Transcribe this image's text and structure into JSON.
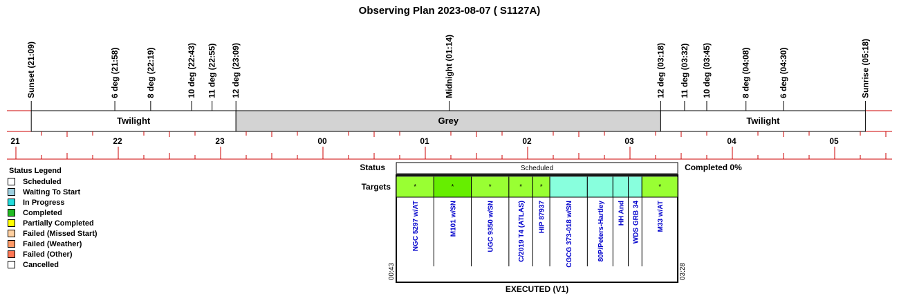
{
  "title": "Observing Plan 2023-08-07 ( S1127A)",
  "chart_data": {
    "type": "timeline",
    "title": "Observing Plan 2023-08-07 ( S1127A)",
    "x_axis": {
      "unit": "hour",
      "tick_labels": [
        "21",
        "22",
        "23",
        "00",
        "01",
        "02",
        "03",
        "04",
        "05"
      ],
      "range": [
        "20:53",
        "05:37"
      ]
    },
    "events": [
      {
        "label": "Sunset (21:09)",
        "time": "21:09"
      },
      {
        "label": "6 deg (21:58)",
        "time": "21:58"
      },
      {
        "label": "8 deg (22:19)",
        "time": "22:19"
      },
      {
        "label": "10 deg (22:43)",
        "time": "22:43"
      },
      {
        "label": "11 deg (22:55)",
        "time": "22:55"
      },
      {
        "label": "12 deg (23:09)",
        "time": "23:09"
      },
      {
        "label": "Midnight (01:14)",
        "time": "01:14"
      },
      {
        "label": "12 deg (03:18)",
        "time": "03:18"
      },
      {
        "label": "11 deg (03:32)",
        "time": "03:32"
      },
      {
        "label": "10 deg (03:45)",
        "time": "03:45"
      },
      {
        "label": "8 deg (04:08)",
        "time": "04:08"
      },
      {
        "label": "6 deg (04:30)",
        "time": "04:30"
      },
      {
        "label": "Sunrise (05:18)",
        "time": "05:18"
      }
    ],
    "bands": [
      {
        "label": "Twilight",
        "start": "21:09",
        "end": "23:09",
        "color": "#ffffff"
      },
      {
        "label": "Grey",
        "start": "23:09",
        "end": "03:18",
        "color": "#d3d3d3"
      },
      {
        "label": "Twilight",
        "start": "03:18",
        "end": "05:18",
        "color": "#ffffff"
      }
    ],
    "status_row": {
      "label": "Status",
      "value": "Scheduled",
      "start": "00:43",
      "end": "03:28"
    },
    "completed_text": "Completed 0%",
    "targets_label": "Targets",
    "targets": [
      {
        "name": "NGC 5297 w/AT",
        "start": "00:43",
        "end": "01:05",
        "color": "#99ff33",
        "mark": "*"
      },
      {
        "name": "M101 w/SN",
        "start": "01:05",
        "end": "01:27",
        "color": "#66ee00",
        "mark": "*"
      },
      {
        "name": "UGC 9350 w/SN",
        "start": "01:27",
        "end": "01:49",
        "color": "#99ff33",
        "mark": "*"
      },
      {
        "name": "C/2019 T4 (ATLAS)",
        "start": "01:49",
        "end": "02:03",
        "color": "#99ff33",
        "mark": "*"
      },
      {
        "name": "HIP 87937",
        "start": "02:03",
        "end": "02:13",
        "color": "#99ff33",
        "mark": "*"
      },
      {
        "name": "CGCG 373-018 w/SN",
        "start": "02:13",
        "end": "02:35",
        "color": "#88ffdd",
        "mark": ""
      },
      {
        "name": "80P/Peters-Hartley",
        "start": "02:35",
        "end": "02:50",
        "color": "#88ffdd",
        "mark": ""
      },
      {
        "name": "HH And",
        "start": "02:50",
        "end": "02:59",
        "color": "#88ffdd",
        "mark": ""
      },
      {
        "name": "WDS GRB 34",
        "start": "02:59",
        "end": "03:07",
        "color": "#88ffdd",
        "mark": ""
      },
      {
        "name": "M33 w/AT",
        "start": "03:07",
        "end": "03:28",
        "color": "#99ff33",
        "mark": "*"
      }
    ],
    "plan_start_label": "00:43",
    "plan_end_label": "03:28",
    "footer": "EXECUTED (V1)"
  },
  "legend": {
    "title": "Status Legend",
    "items": [
      {
        "label": "Scheduled",
        "color": "#ffffff"
      },
      {
        "label": "Waiting To Start",
        "color": "#9fd0e0"
      },
      {
        "label": "In Progress",
        "color": "#22dddd"
      },
      {
        "label": "Completed",
        "color": "#22bb22"
      },
      {
        "label": "Partially Completed",
        "color": "#ffff00"
      },
      {
        "label": "Failed (Missed Start)",
        "color": "#ffd0a0"
      },
      {
        "label": "Failed (Weather)",
        "color": "#ff9966"
      },
      {
        "label": "Failed (Other)",
        "color": "#ff7755"
      },
      {
        "label": "Cancelled",
        "color": "#ffffff"
      }
    ]
  },
  "colors": {
    "axis_line": "#cc0000",
    "grey_band": "#d3d3d3",
    "target_text": "#0000cc"
  }
}
